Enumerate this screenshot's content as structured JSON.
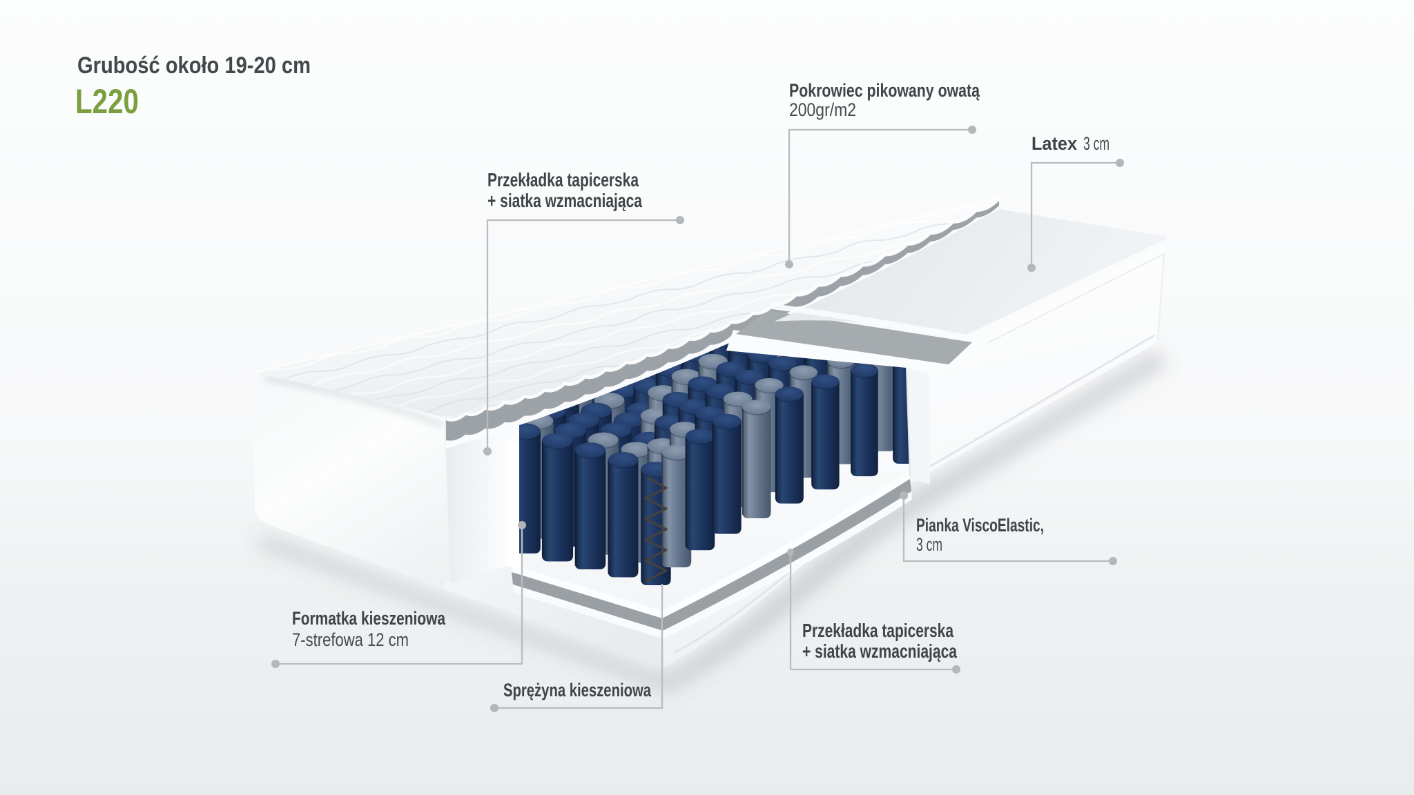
{
  "title": "Grubość około 19-20 cm",
  "product_code": "L220",
  "accent_color": "#7b9e3e",
  "text_color": "#3e4347",
  "labels": {
    "cover": {
      "line1": "Pokrowiec pikowany owatą",
      "line2": "200gr/m2"
    },
    "latex": {
      "name": "Latex",
      "value": "3 cm"
    },
    "interlayer_top": {
      "line1": "Przekładka tapicerska",
      "line2": "+ siatka wzmacniająca"
    },
    "pocket_unit": {
      "line1": "Formatka kieszeniowa",
      "line2": "7-strefowa 12 cm"
    },
    "spring": {
      "line1": "Sprężyna kieszeniowa"
    },
    "visco_foam": {
      "line1": "Pianka ViscoElastic,",
      "line2": "3 cm"
    },
    "interlayer_bottom": {
      "line1": "Przekładka tapicerska",
      "line2": "+ siatka wzmacniająca"
    }
  },
  "diagram": {
    "subject": "mattress cutaway",
    "spring_colors": {
      "navy": "#1d3765",
      "steel": "#67788f"
    },
    "felt_color": "#94999c"
  }
}
